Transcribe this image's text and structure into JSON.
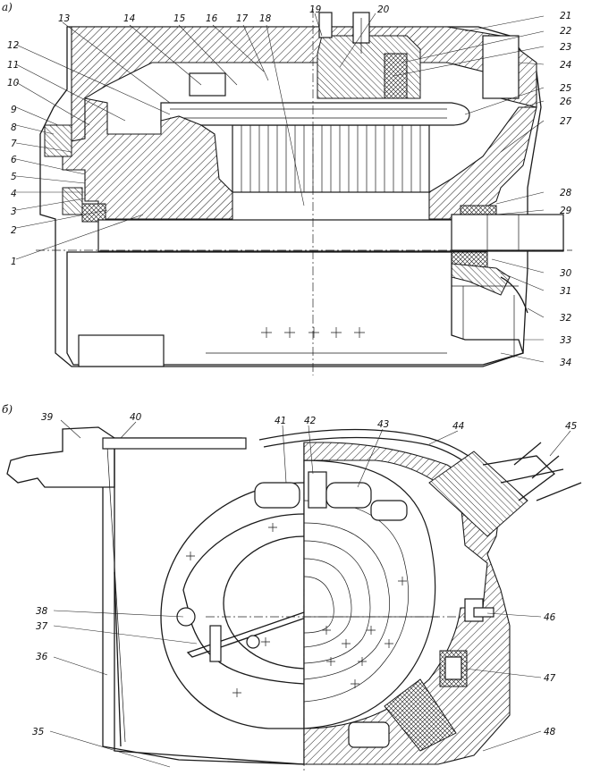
{
  "view_a": {
    "marker": "а)",
    "callouts": [
      "1",
      "2",
      "3",
      "4",
      "5",
      "6",
      "7",
      "8",
      "9",
      "10",
      "11",
      "12",
      "13",
      "14",
      "15",
      "16",
      "17",
      "18",
      "19",
      "20",
      "21",
      "22",
      "23",
      "24",
      "25",
      "26",
      "27",
      "28",
      "29",
      "30",
      "31",
      "32",
      "33",
      "34"
    ]
  },
  "view_b": {
    "marker": "б)",
    "callouts": [
      "35",
      "36",
      "37",
      "38",
      "39",
      "40",
      "41",
      "42",
      "43",
      "44",
      "45",
      "46",
      "47",
      "48"
    ]
  }
}
